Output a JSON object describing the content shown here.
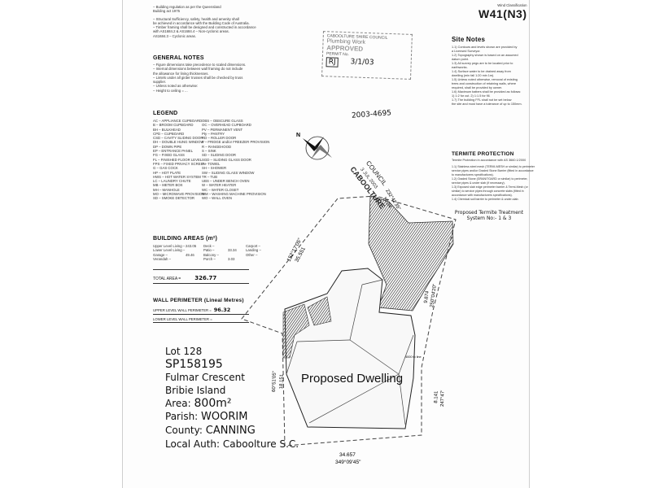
{
  "top_notes": [
    "– Building regulation as per the Queensland",
    "  Building act 1975",
    "– Structural Sufficiency, safety, health and amenity shall",
    "  be achieved in accordance with the Building Code of Australia.",
    "– Timber framing shall be designed and constructed in accordance",
    "  with AS1684.2 & AS1684.4 – Non-cyclonic areas.",
    "  AS1684.3 – Cyclonic areas."
  ],
  "general_notes": {
    "heading": "GENERAL NOTES",
    "lines": [
      "– Figure dimensions take precedence to scaled dimensions.",
      "– Internal dimensions between wall framing do not include",
      "  the allowance for lining thicknesses.",
      "– Lintels under all girder trusses shall be checked by truss",
      "  supplier.",
      "– Unless noted as otherwise:",
      "– Height to ceiling = ..."
    ]
  },
  "legend": {
    "heading": "LEGEND",
    "left": [
      "AC – APPLIANCE CUPBOARD",
      "B – BROOM CUPBOARD",
      "BH – BULKHEAD",
      "CPD – CUPBOARD",
      "CSD – CAVITY SLIDING DOOR",
      "DH – DOUBLE HUNG WINDOW",
      "DP – DOWN PIPE",
      "EP – ENTRANCE PANEL",
      "FG – FIXED GLASS",
      "FL – FINISHED FLOOR LEVEL",
      "FPS – FIXED PRIVACY SCREEN",
      "G – GAS COCK",
      "HP – HOT PLATE",
      "HWS – HOT WATER SYSTEM",
      "LC – LAUNDRY CHUTE",
      "MB – METER BOX",
      "MH – MANHOLE",
      "MO – MICROWAVE PROVISION",
      "SD – SMOKE DETECTOR"
    ],
    "right": [
      "OBS – OBSCURE GLASS",
      "OC – OVERHEAD CUPBOARD",
      "PV – PERMANENT VENT",
      "Pty – PANTRY",
      "RD – ROLLER DOOR",
      "F – FRIDGE and/or FREEZER PROVISION",
      "R – RANGEHOOD",
      "S – SINK",
      "SD – SLIDING DOOR",
      "SGD – SLIDING GLASS DOOR",
      "T – TOWEL",
      "SH – SHOWER",
      "SW – SLIDING GLASS WINDOW",
      "TR – TUB",
      "UBS – UNDER BENCH OVEN",
      "W – WATER HEATER",
      "WC – WATER CLOSET",
      "WM – WASHING MACHINE PROVISION",
      "WO – WALL OVEN"
    ]
  },
  "building_areas": {
    "heading": "BUILDING AREAS (m²)",
    "rows": [
      [
        "Upper Level Living –",
        "243.05",
        "Deck –",
        "",
        "Carport –",
        ""
      ],
      [
        "Lower Level Living –",
        "",
        "Patio –",
        "33.34",
        "Landing –",
        ""
      ],
      [
        "Garage –",
        "49.46",
        "Balcony –",
        "",
        "Other –",
        ""
      ],
      [
        "Verandah –",
        "",
        "Porch –",
        "3.03",
        "",
        ""
      ]
    ],
    "total_label": "TOTAL AREA =",
    "total_value": "326.77"
  },
  "wall_perimeter": {
    "heading": "WALL PERIMETER (Lineal Metres)",
    "upper_label": "UPPER LEVEL WALL PERIMETER =",
    "upper_value": "96.32",
    "lower_label": "LOWER LEVEL WALL PERIMETER ="
  },
  "lot_info": {
    "lot": "Lot 128",
    "plan": "SP158195",
    "street": "Fulmar Crescent",
    "suburb": "Bribie Island",
    "area_label": "Area:",
    "area_value": "800m²",
    "parish_label": "Parish:",
    "parish_value": "WOORIM",
    "county_label": "County:",
    "county_value": "CANNING",
    "auth_label": "Local Auth:",
    "auth_value": "Caboolture S.C."
  },
  "wind": {
    "label": "Wind Classification",
    "value": "W41(N3)"
  },
  "stamp": {
    "lines": [
      "CABOOLTURE SHIRE COUNCIL",
      "Plumbing Work",
      "APPROVED",
      "PERMIT No."
    ],
    "initials": "RJ",
    "date": "3/1/03",
    "permit": "2003-4695"
  },
  "site_notes": {
    "heading": "Site Notes",
    "lines": [
      "1.1) Contours and levels shown are provided by",
      "     a Licensed Surveyor.",
      "1.2) Topography shown is based on an assumed",
      "     datum point.",
      "1.3) All survey pegs are to be located prior to",
      "     earthworks.",
      "1.4) Surface water to be drained away from",
      "     dwelling (min fall 1:20 min 1m).",
      "1.5) Unless noted otherwise, removal of existing",
      "     trees and construction of retaining walls, where",
      "     required, shall be provided by owner.",
      "1.6) Maximum batters shall be provided as follows:",
      "     1) 1:2 for cut. 2) 1:1.5 for fill.",
      "1.7) The building FFL shall not be set below",
      "     the site and must have a tolerance of up to 150mm."
    ]
  },
  "termite": {
    "heading": "TERMITE PROTECTION",
    "intro": "Termite Protection in accordance with AS 3660.1/2000",
    "lines": [
      "1.1) Stainless steel mesh (TERMI-MESH or similar) to perimeter",
      "     service pipes and/or Graded Stone Barrier (fitted in accordance",
      "     to manufacturers specifications).",
      "1.2) Graded Stone (GRANITGARD or similar) to perimeter,",
      "     service pipes & under slab (if necessary).",
      "1.3) Exposed slab edge perimeter barrier & Termi-Mesh (or",
      "     similar) to service pipes through concrete slabs (fitted in",
      "     accordance with manufacturers specifications).",
      "1.4) Chemical soil barrier to perimeter & under-slab."
    ],
    "treatment_line1": "Proposed Termite Treatment",
    "treatment_line2": "System No:- 1 & 3"
  },
  "council_stamp": {
    "line1": "CABOOLTURE",
    "line2": "3 JUL 2003",
    "line3": "COUNCIL"
  },
  "plan": {
    "dwelling_label": "Proposed Dwelling",
    "dim_top_len": "35.551",
    "dim_top_bearing": "152°17'05\"",
    "dim_top_right_len": "14.04",
    "dim_top_right_bearing": "232°42'35\"",
    "dim_right_len": "9.874",
    "dim_right_bearing": "250°04'20\"",
    "dim_lower_right_len": "8.141",
    "dim_lower_right_bearing": "247°47'",
    "dim_left_len": "18.151",
    "dim_left_bearing": "60°51'05\"",
    "dim_bottom_len": "34.657",
    "dim_bottom_bearing": "349°09'45\"",
    "setback_note": "4000 to line",
    "compass_north": "N"
  }
}
